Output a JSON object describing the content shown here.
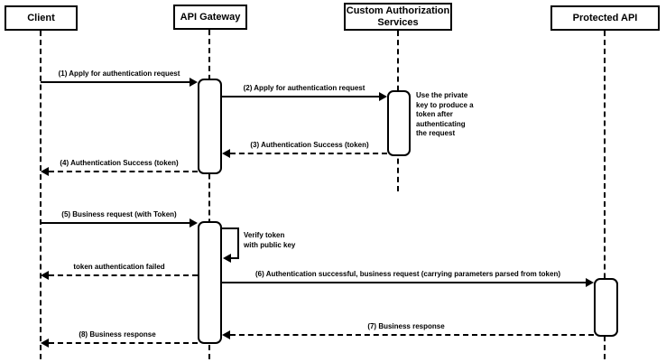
{
  "diagram_type": "sequence-diagram",
  "colors": {
    "line": "#000000",
    "fill": "#ffffff",
    "background": "#ffffff",
    "text": "#000000"
  },
  "participants": [
    {
      "label": "Client"
    },
    {
      "label": "API Gateway"
    },
    {
      "label": "Custom Authorization Services"
    },
    {
      "label": "Protected API"
    }
  ],
  "messages": [
    {
      "label": "(1) Apply for authentication request",
      "from": "Client",
      "to": "API Gateway",
      "style": "solid"
    },
    {
      "label": "(2) Apply for authentication request",
      "from": "API Gateway",
      "to": "Custom Authorization Services",
      "style": "solid"
    },
    {
      "label": "(3) Authentication Success (token)",
      "from": "Custom Authorization Services",
      "to": "API Gateway",
      "style": "dashed"
    },
    {
      "label": "(4) Authentication Success (token)",
      "from": "API Gateway",
      "to": "Client",
      "style": "dashed"
    },
    {
      "label": "(5) Business request (with Token)",
      "from": "Client",
      "to": "API Gateway",
      "style": "solid"
    },
    {
      "label": "token authentication failed",
      "from": "API Gateway",
      "to": "Client",
      "style": "dashed"
    },
    {
      "label": "(6) Authentication successful, business request (carrying parameters parsed from token)",
      "from": "API Gateway",
      "to": "Protected API",
      "style": "solid"
    },
    {
      "label": "(7) Business response",
      "from": "Protected API",
      "to": "API Gateway",
      "style": "dashed"
    },
    {
      "label": "(8) Business response",
      "from": "API Gateway",
      "to": "Client",
      "style": "dashed"
    }
  ],
  "self_message": {
    "lines": [
      "Verify token",
      "with public key"
    ],
    "on": "API Gateway"
  },
  "note": {
    "lines": [
      "Use the private",
      "key to produce a",
      "token after",
      "authenticating",
      "the request"
    ],
    "on": "Custom Authorization Services"
  }
}
